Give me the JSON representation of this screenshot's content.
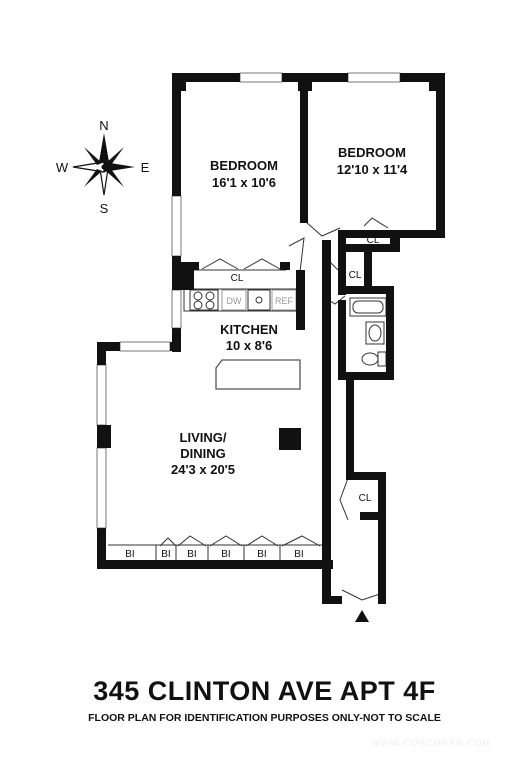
{
  "compass": {
    "north": "N",
    "south": "S",
    "east": "E",
    "west": "W"
  },
  "rooms": {
    "bedroom_1": {
      "name": "BEDROOM",
      "size": "16'1 x 10'6"
    },
    "bedroom_2": {
      "name": "BEDROOM",
      "size": "12'10 x 11'4"
    },
    "kitchen": {
      "name": "KITCHEN",
      "size": "10 x 8'6"
    },
    "living": {
      "name_line1": "LIVING/",
      "name_line2": "DINING",
      "size": "24'3 x 20'5"
    }
  },
  "fixtures": {
    "closet": "CL",
    "built_in": "BI",
    "dishwasher": "DW",
    "refrigerator": "REF"
  },
  "title": "345 CLINTON AVE APT 4F",
  "subtitle": "FLOOR PLAN FOR IDENTIFICATION PURPOSES ONLY-NOT TO SCALE",
  "watermark": "WWW.CORCORAN.COM"
}
